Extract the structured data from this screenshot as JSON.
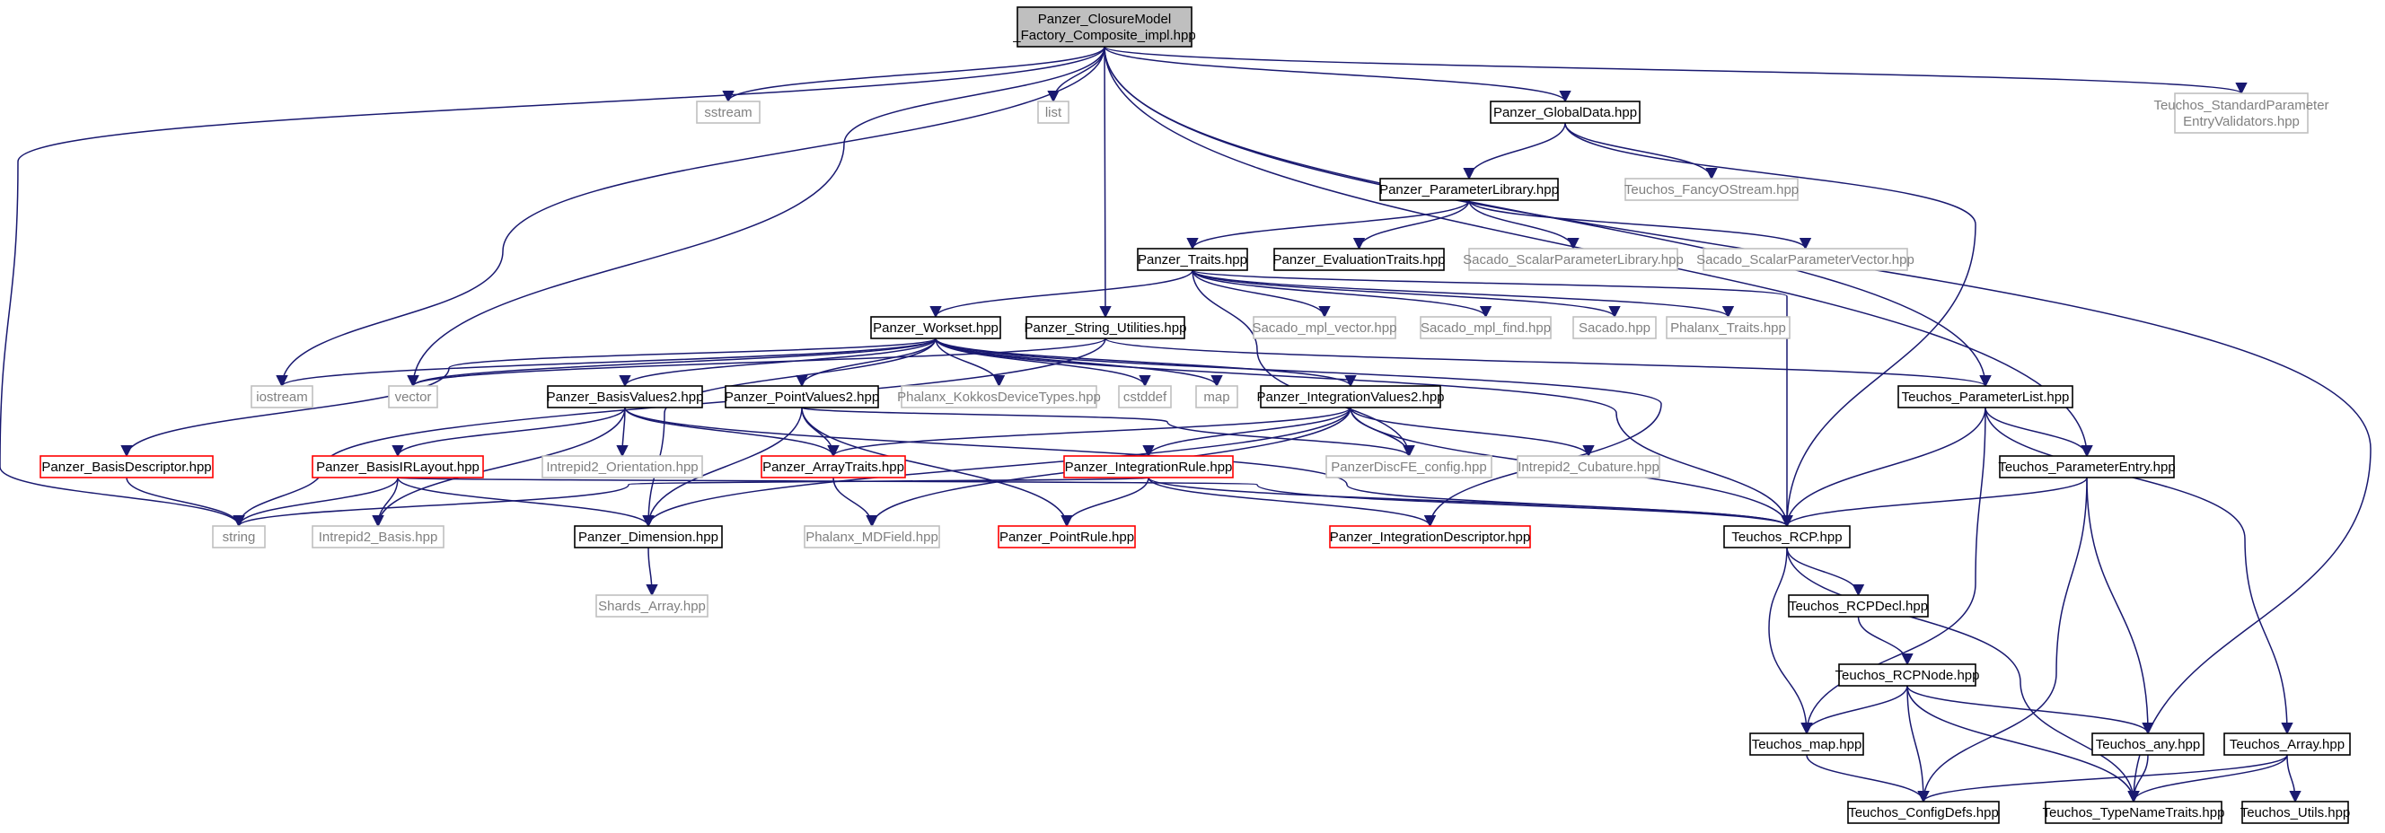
{
  "graph": {
    "nodes": [
      {
        "id": "root",
        "lines": [
          "Panzer_ClosureModel",
          "_Factory_Composite_impl.hpp"
        ],
        "style": "root"
      },
      {
        "id": "sstream",
        "lines": [
          "sstream"
        ],
        "style": "external"
      },
      {
        "id": "list",
        "lines": [
          "list"
        ],
        "style": "external"
      },
      {
        "id": "globaldata",
        "lines": [
          "Panzer_GlobalData.hpp"
        ],
        "style": "local"
      },
      {
        "id": "stdparam",
        "lines": [
          "Teuchos_StandardParameter",
          "EntryValidators.hpp"
        ],
        "style": "external"
      },
      {
        "id": "paramlib",
        "lines": [
          "Panzer_ParameterLibrary.hpp"
        ],
        "style": "local"
      },
      {
        "id": "fancyostream",
        "lines": [
          "Teuchos_FancyOStream.hpp"
        ],
        "style": "external"
      },
      {
        "id": "traits",
        "lines": [
          "Panzer_Traits.hpp"
        ],
        "style": "local"
      },
      {
        "id": "evaltraits",
        "lines": [
          "Panzer_EvaluationTraits.hpp"
        ],
        "style": "local"
      },
      {
        "id": "sacscalarlib",
        "lines": [
          "Sacado_ScalarParameterLibrary.hpp"
        ],
        "style": "external"
      },
      {
        "id": "sacscalarvec",
        "lines": [
          "Sacado_ScalarParameterVector.hpp"
        ],
        "style": "external"
      },
      {
        "id": "workset",
        "lines": [
          "Panzer_Workset.hpp"
        ],
        "style": "local"
      },
      {
        "id": "stringutil",
        "lines": [
          "Panzer_String_Utilities.hpp"
        ],
        "style": "local"
      },
      {
        "id": "sacmplvec",
        "lines": [
          "Sacado_mpl_vector.hpp"
        ],
        "style": "external"
      },
      {
        "id": "sacmplfind",
        "lines": [
          "Sacado_mpl_find.hpp"
        ],
        "style": "external"
      },
      {
        "id": "sacado",
        "lines": [
          "Sacado.hpp"
        ],
        "style": "external"
      },
      {
        "id": "phalanxtraits",
        "lines": [
          "Phalanx_Traits.hpp"
        ],
        "style": "external"
      },
      {
        "id": "iostream",
        "lines": [
          "iostream"
        ],
        "style": "external"
      },
      {
        "id": "vector",
        "lines": [
          "vector"
        ],
        "style": "external"
      },
      {
        "id": "basisvalues2",
        "lines": [
          "Panzer_BasisValues2.hpp"
        ],
        "style": "local"
      },
      {
        "id": "pointvalues2",
        "lines": [
          "Panzer_PointValues2.hpp"
        ],
        "style": "local"
      },
      {
        "id": "kokkosdev",
        "lines": [
          "Phalanx_KokkosDeviceTypes.hpp"
        ],
        "style": "external"
      },
      {
        "id": "cstddef",
        "lines": [
          "cstddef"
        ],
        "style": "external"
      },
      {
        "id": "map",
        "lines": [
          "map"
        ],
        "style": "external"
      },
      {
        "id": "intvalues2",
        "lines": [
          "Panzer_IntegrationValues2.hpp"
        ],
        "style": "local"
      },
      {
        "id": "paramlist",
        "lines": [
          "Teuchos_ParameterList.hpp"
        ],
        "style": "local"
      },
      {
        "id": "basisdesc",
        "lines": [
          "Panzer_BasisDescriptor.hpp"
        ],
        "style": "truncated"
      },
      {
        "id": "basisirlayout",
        "lines": [
          "Panzer_BasisIRLayout.hpp"
        ],
        "style": "truncated"
      },
      {
        "id": "intrepidorient",
        "lines": [
          "Intrepid2_Orientation.hpp"
        ],
        "style": "external"
      },
      {
        "id": "arraytraits",
        "lines": [
          "Panzer_ArrayTraits.hpp"
        ],
        "style": "truncated"
      },
      {
        "id": "intrule",
        "lines": [
          "Panzer_IntegrationRule.hpp"
        ],
        "style": "truncated"
      },
      {
        "id": "discfe",
        "lines": [
          "PanzerDiscFE_config.hpp"
        ],
        "style": "external"
      },
      {
        "id": "cubature",
        "lines": [
          "Intrepid2_Cubature.hpp"
        ],
        "style": "external"
      },
      {
        "id": "paramentry",
        "lines": [
          "Teuchos_ParameterEntry.hpp"
        ],
        "style": "local"
      },
      {
        "id": "string",
        "lines": [
          "string"
        ],
        "style": "external"
      },
      {
        "id": "intrepidbasis",
        "lines": [
          "Intrepid2_Basis.hpp"
        ],
        "style": "external"
      },
      {
        "id": "dimension",
        "lines": [
          "Panzer_Dimension.hpp"
        ],
        "style": "local"
      },
      {
        "id": "mdfield",
        "lines": [
          "Phalanx_MDField.hpp"
        ],
        "style": "external"
      },
      {
        "id": "pointrule",
        "lines": [
          "Panzer_PointRule.hpp"
        ],
        "style": "truncated"
      },
      {
        "id": "intdesc",
        "lines": [
          "Panzer_IntegrationDescriptor.hpp"
        ],
        "style": "truncated"
      },
      {
        "id": "rcp",
        "lines": [
          "Teuchos_RCP.hpp"
        ],
        "style": "local"
      },
      {
        "id": "shards",
        "lines": [
          "Shards_Array.hpp"
        ],
        "style": "external"
      },
      {
        "id": "rcpdecl",
        "lines": [
          "Teuchos_RCPDecl.hpp"
        ],
        "style": "local"
      },
      {
        "id": "rcpnode",
        "lines": [
          "Teuchos_RCPNode.hpp"
        ],
        "style": "local"
      },
      {
        "id": "tmap",
        "lines": [
          "Teuchos_map.hpp"
        ],
        "style": "local"
      },
      {
        "id": "tany",
        "lines": [
          "Teuchos_any.hpp"
        ],
        "style": "local"
      },
      {
        "id": "tarray",
        "lines": [
          "Teuchos_Array.hpp"
        ],
        "style": "local"
      },
      {
        "id": "configdefs",
        "lines": [
          "Teuchos_ConfigDefs.hpp"
        ],
        "style": "local"
      },
      {
        "id": "typename",
        "lines": [
          "Teuchos_TypeNameTraits.hpp"
        ],
        "style": "local"
      },
      {
        "id": "utils",
        "lines": [
          "Teuchos_Utils.hpp"
        ],
        "style": "local"
      }
    ],
    "colors": {
      "edge": "#191970",
      "root_fill": "#bfbfbf",
      "local_border": "#000000",
      "external_border": "#bfbfbf",
      "external_text": "#808080",
      "truncated_border": "#ff0000"
    }
  }
}
